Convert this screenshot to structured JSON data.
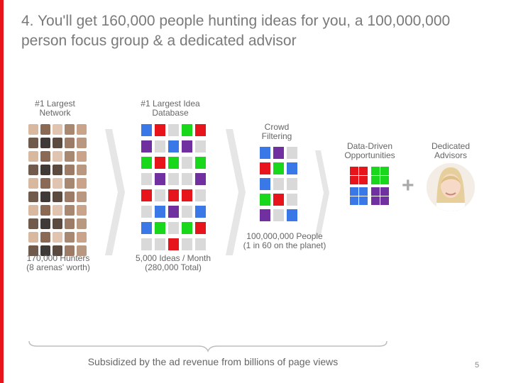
{
  "title": "4. You'll get 160,000 people hunting ideas for you, a 100,000,000 person focus group & a dedicated advisor",
  "colors": {
    "accent_bar": "#e8141b",
    "blue": "#3b78e7",
    "red": "#e8141b",
    "green": "#19d81c",
    "purple": "#7030a0",
    "gray": "#d9d9d9",
    "chevron": "#e6e6e6"
  },
  "network": {
    "top_label": [
      "#1 Largest",
      "Network"
    ],
    "bottom_label": [
      "170,000 Hunters",
      "(8 arenas' worth)"
    ]
  },
  "database": {
    "top_label": [
      "#1 Largest Idea",
      "Database"
    ],
    "bottom_label": [
      "5,000 Ideas / Month",
      "(280,000 Total)"
    ],
    "grid": [
      [
        "blue",
        "red",
        "gray",
        "green",
        "red"
      ],
      [
        "purple",
        "gray",
        "blue",
        "purple",
        "gray"
      ],
      [
        "green",
        "red",
        "green",
        "gray",
        "green"
      ],
      [
        "gray",
        "purple",
        "gray",
        "gray",
        "purple"
      ],
      [
        "red",
        "gray",
        "red",
        "red",
        "gray"
      ],
      [
        "gray",
        "blue",
        "purple",
        "gray",
        "blue"
      ],
      [
        "blue",
        "green",
        "gray",
        "green",
        "red"
      ],
      [
        "gray",
        "gray",
        "red",
        "gray",
        "gray"
      ]
    ]
  },
  "crowd": {
    "top_label": [
      "Crowd",
      "Filtering"
    ],
    "bottom_label": [
      "100,000,000 People",
      "(1 in 60 on the planet)"
    ],
    "grid": [
      [
        "blue",
        "purple",
        "gray"
      ],
      [
        "red",
        "green",
        "blue"
      ],
      [
        "blue",
        "gray",
        "gray"
      ],
      [
        "green",
        "red",
        "gray"
      ],
      [
        "purple",
        "gray",
        "blue"
      ]
    ]
  },
  "opportunities": {
    "top_label": [
      "Data-Driven",
      "Opportunities"
    ],
    "groups": [
      "red",
      "green",
      "blue",
      "purple"
    ]
  },
  "advisors": {
    "top_label": [
      "Dedicated",
      "Advisors"
    ]
  },
  "plus_symbol": "+",
  "footer": "Subsidized by the ad revenue from billions of page views",
  "page_number": "5"
}
